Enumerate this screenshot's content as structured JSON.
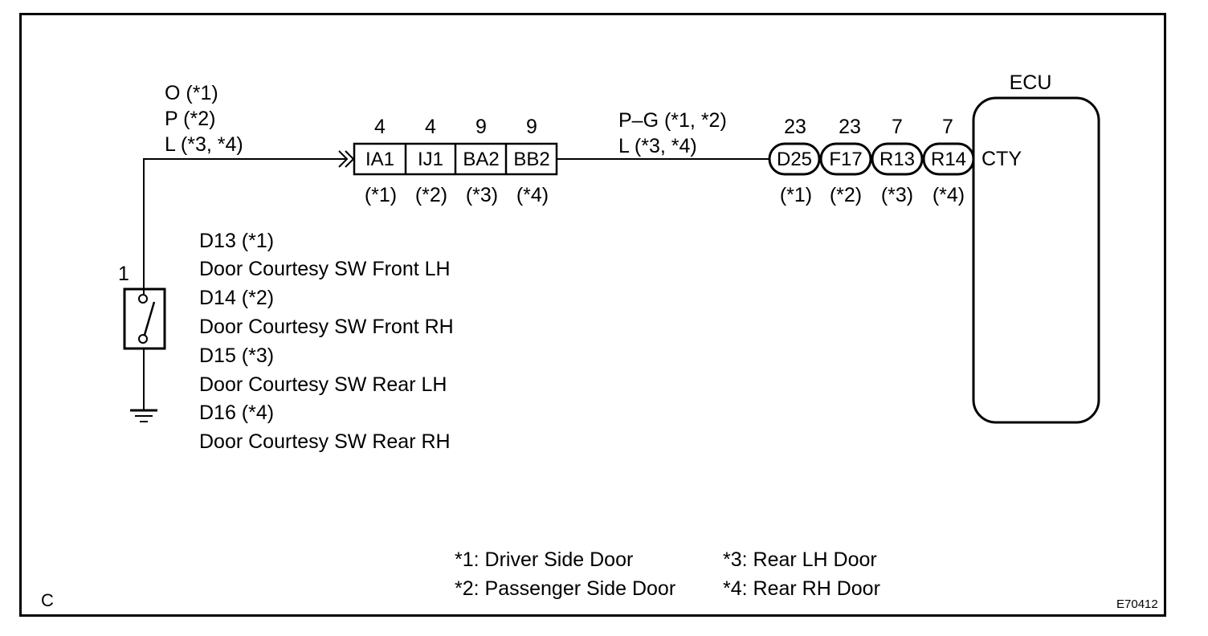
{
  "ecu": {
    "title": "ECU",
    "terminal": "CTY"
  },
  "wire_left": {
    "colors": [
      "O (*1)",
      "P (*2)",
      "L (*3, *4)"
    ]
  },
  "wire_right": {
    "colors": [
      "P–G (*1, *2)",
      "L (*3, *4)"
    ]
  },
  "junction_connectors": [
    {
      "pin": "4",
      "name": "IA1",
      "note": "(*1)"
    },
    {
      "pin": "4",
      "name": "IJ1",
      "note": "(*2)"
    },
    {
      "pin": "9",
      "name": "BA2",
      "note": "(*3)"
    },
    {
      "pin": "9",
      "name": "BB2",
      "note": "(*4)"
    }
  ],
  "ecu_connectors": [
    {
      "pin": "23",
      "name": "D25",
      "note": "(*1)"
    },
    {
      "pin": "23",
      "name": "F17",
      "note": "(*2)"
    },
    {
      "pin": "7",
      "name": "R13",
      "note": "(*3)"
    },
    {
      "pin": "7",
      "name": "R14",
      "note": "(*4)"
    }
  ],
  "switch": {
    "pin": "1",
    "labels": [
      "D13 (*1)",
      "Door Courtesy SW Front LH",
      "D14 (*2)",
      "Door Courtesy SW Front RH",
      "D15 (*3)",
      "Door Courtesy SW Rear LH",
      "D16 (*4)",
      "Door Courtesy SW Rear RH"
    ]
  },
  "legend": {
    "left": [
      "*1: Driver Side Door",
      "*2: Passenger Side Door"
    ],
    "right": [
      "*3: Rear LH Door",
      "*4: Rear RH Door"
    ]
  },
  "corner_letter": "C",
  "figure_id": "E70412"
}
